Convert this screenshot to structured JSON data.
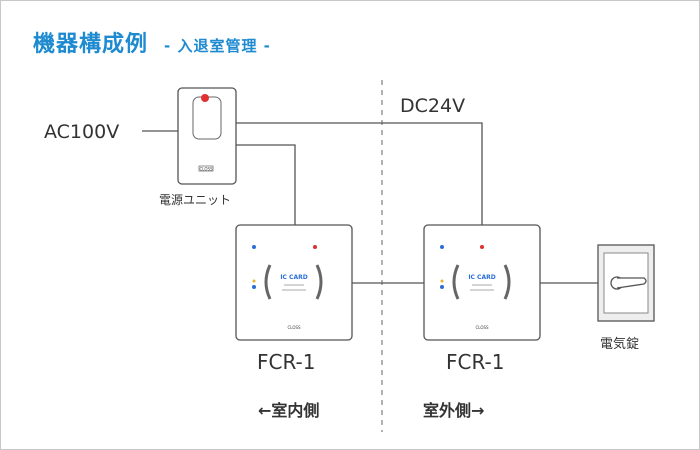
{
  "title": {
    "main": "機器構成例",
    "sub": "- 入退室管理 -"
  },
  "labels": {
    "ac_input": "AC100V",
    "dc_output": "DC24V",
    "power_unit": "電源ユニット",
    "electric_lock": "電気錠",
    "reader_inside_model": "FCR-1",
    "reader_outside_model": "FCR-1",
    "inside": "←室内側",
    "outside": "室外側→"
  },
  "reader_face": {
    "card_text": "IC CARD",
    "brand": "CLOSS"
  },
  "psu_face": {
    "brand": "CLOSS"
  },
  "colors": {
    "title": "#1e8bd0",
    "line": "#555555",
    "indicator_red": "#e03030",
    "indicator_blue": "#2a6fd6",
    "indicator_yellow": "#e8b23a"
  }
}
